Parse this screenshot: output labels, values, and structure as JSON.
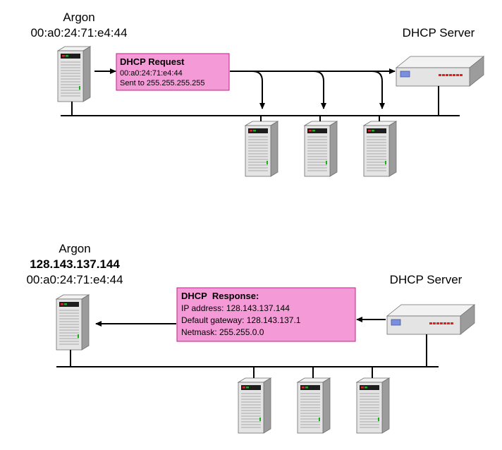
{
  "colors": {
    "message_fill": "#F49AD7",
    "message_border": "#C0208A",
    "line": "#000000",
    "server_body": "#E4E4E4",
    "server_side": "#9C9C9C",
    "screen": "#1E1E1E"
  },
  "request_panel": {
    "host_name": "Argon",
    "host_mac": "00:a0:24:71:e4:44",
    "server_label": "DHCP Server",
    "message": {
      "title": "DHCP Request",
      "line1": "00:a0:24:71:e4:44",
      "line2": "Sent to 255.255.255.255"
    }
  },
  "response_panel": {
    "host_name": "Argon",
    "host_ip": "128.143.137.144",
    "host_mac": "00:a0:24:71:e4:44",
    "server_label": "DHCP Server",
    "message": {
      "title": "DHCP  Response:",
      "line1": "IP address: 128.143.137.144",
      "line2": "Default gateway: 128.143.137.1",
      "line3": "Netmask: 255.255.0.0"
    }
  },
  "icons": {
    "host": "tower-computer-icon",
    "server": "network-server-icon"
  }
}
